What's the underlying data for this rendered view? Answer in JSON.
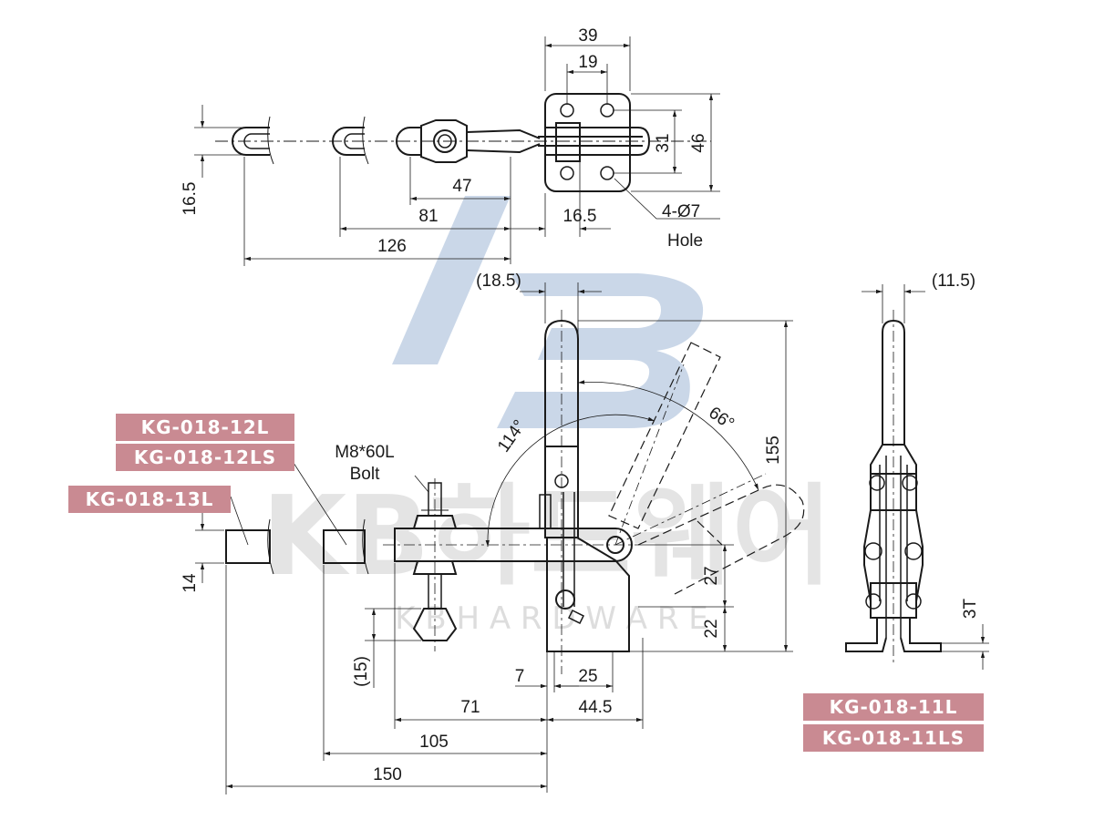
{
  "labels": {
    "kg_018_12l": "KG-018-12L",
    "kg_018_12ls": "KG-018-12LS",
    "kg_018_13l": "KG-018-13L",
    "kg_018_11l": "KG-018-11L",
    "kg_018_11ls": "KG-018-11LS"
  },
  "dimensions": {
    "top_39": "39",
    "top_19": "19",
    "right_46": "46",
    "right_31": "31",
    "left_16_5": "16.5",
    "d47": "47",
    "d81": "81",
    "d126": "126",
    "d16_5": "16.5",
    "hole_spec": "4-Ø7",
    "hole_word": "Hole",
    "d18_5": "(18.5)",
    "angle_114": "114°",
    "angle_66": "66°",
    "d155": "155",
    "d27": "27",
    "d22": "22",
    "bolt_spec": "M8*60L",
    "bolt_word": "Bolt",
    "d14": "14",
    "d15": "(15)",
    "d7": "7",
    "d25": "25",
    "d71": "71",
    "d44_5": "44.5",
    "d105": "105",
    "d150": "150",
    "d11_5": "(11.5)",
    "d3t": "3T"
  },
  "watermark": {
    "korean": "KB하드웨어",
    "english": "K B   H A R D W A R E"
  },
  "colors": {
    "badge": "#c98a92",
    "logo_blue": "#9fb7d6",
    "watermark_gray": "#cfcfcf",
    "line": "#1a1a1a"
  }
}
